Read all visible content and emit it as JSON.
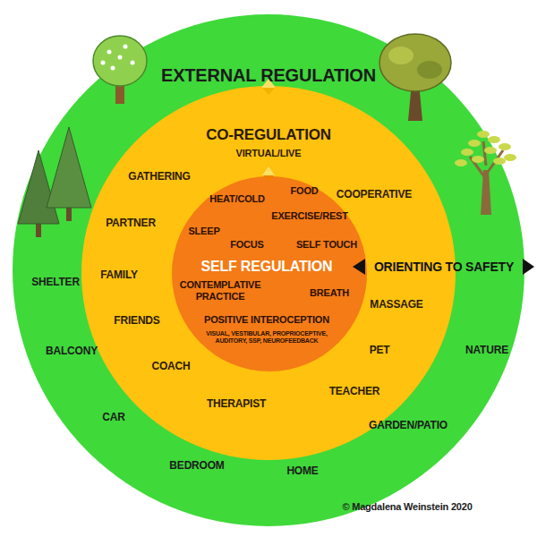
{
  "diagram": {
    "nodes": [
      {
        "text": [
          "EXTERNAL REGULATION",
          "SHELTER",
          "BALCONY",
          "CAR",
          "BEDROOM",
          "HOME",
          "GARDEN/PATIO",
          "NATURE"
        ]
      },
      {
        "text": [
          "CO-REGULATION",
          "VIRTUAL/LIVE",
          "GATHERING",
          "PARTNER",
          "FAMILY",
          "FRIENDS",
          "COACH",
          "THERAPIST",
          "TEACHER",
          "PET",
          "MASSAGE",
          "COOPERATIVE"
        ],
        "in": 0
      },
      {
        "text": [
          "SELF REGULATION",
          "HEAT/COLD",
          "FOOD",
          "EXERCISE/REST",
          "SLEEP",
          "FOCUS",
          "SELF TOUCH",
          "CONTEMPLATIVE PRACTICE",
          "BREATH",
          "POSITIVE INTEROCEPTION",
          "VISUAL, VESTIBULAR, PROPRIOCEPTIVE, AUDITORY, SSP, NEUROFEEDBACK"
        ],
        "in": 1
      }
    ],
    "labels": [
      "ORIENTING TO SAFETY",
      "© Magdalena Weinstein 2020"
    ]
  }
}
